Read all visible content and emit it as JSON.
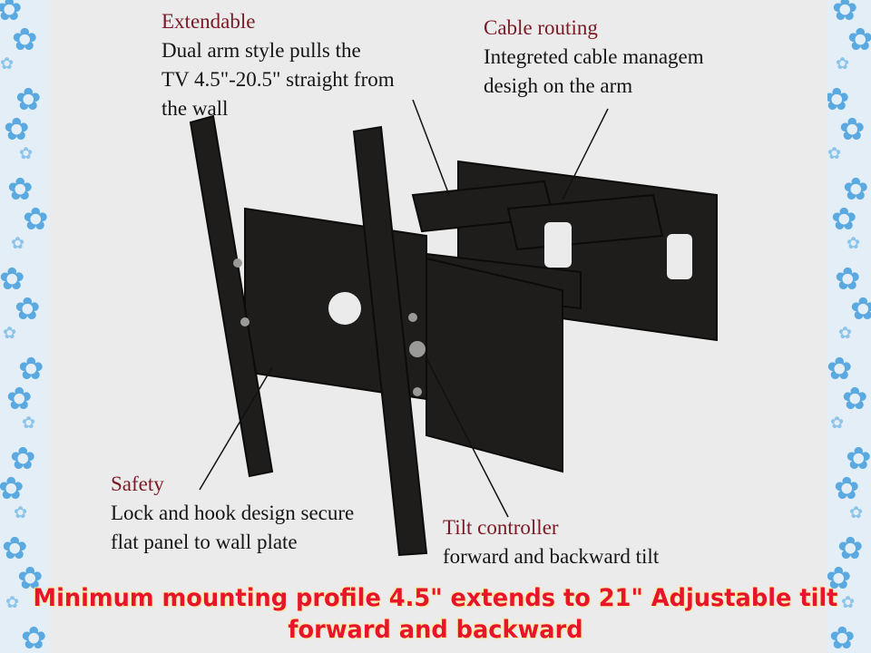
{
  "labels": {
    "extendable": {
      "heading": "Extendable",
      "lines": [
        "Dual arm style pulls the",
        "TV 4.5\"-20.5\" straight from",
        "the wall"
      ]
    },
    "cable_routing": {
      "heading": "Cable routing",
      "lines": [
        "Integreted cable managem",
        "desigh on the arm"
      ]
    },
    "safety": {
      "heading": "Safety",
      "lines": [
        "Lock and hook design secure",
        "flat panel to wall plate"
      ]
    },
    "tilt_controller": {
      "heading": "Tilt controller",
      "lines": [
        "forward and backward tilt"
      ]
    }
  },
  "caption": {
    "lines": [
      "Minimum mounting profile 4.5\" extends to 21\" Adjustable tilt",
      "forward and backward"
    ]
  },
  "colors": {
    "caption": "#e8142e",
    "heading": "#7a1a26",
    "border_flowers": "#5aa9e0",
    "mount": "#1e1c1a"
  },
  "icons": {
    "border": "flower-icon"
  }
}
